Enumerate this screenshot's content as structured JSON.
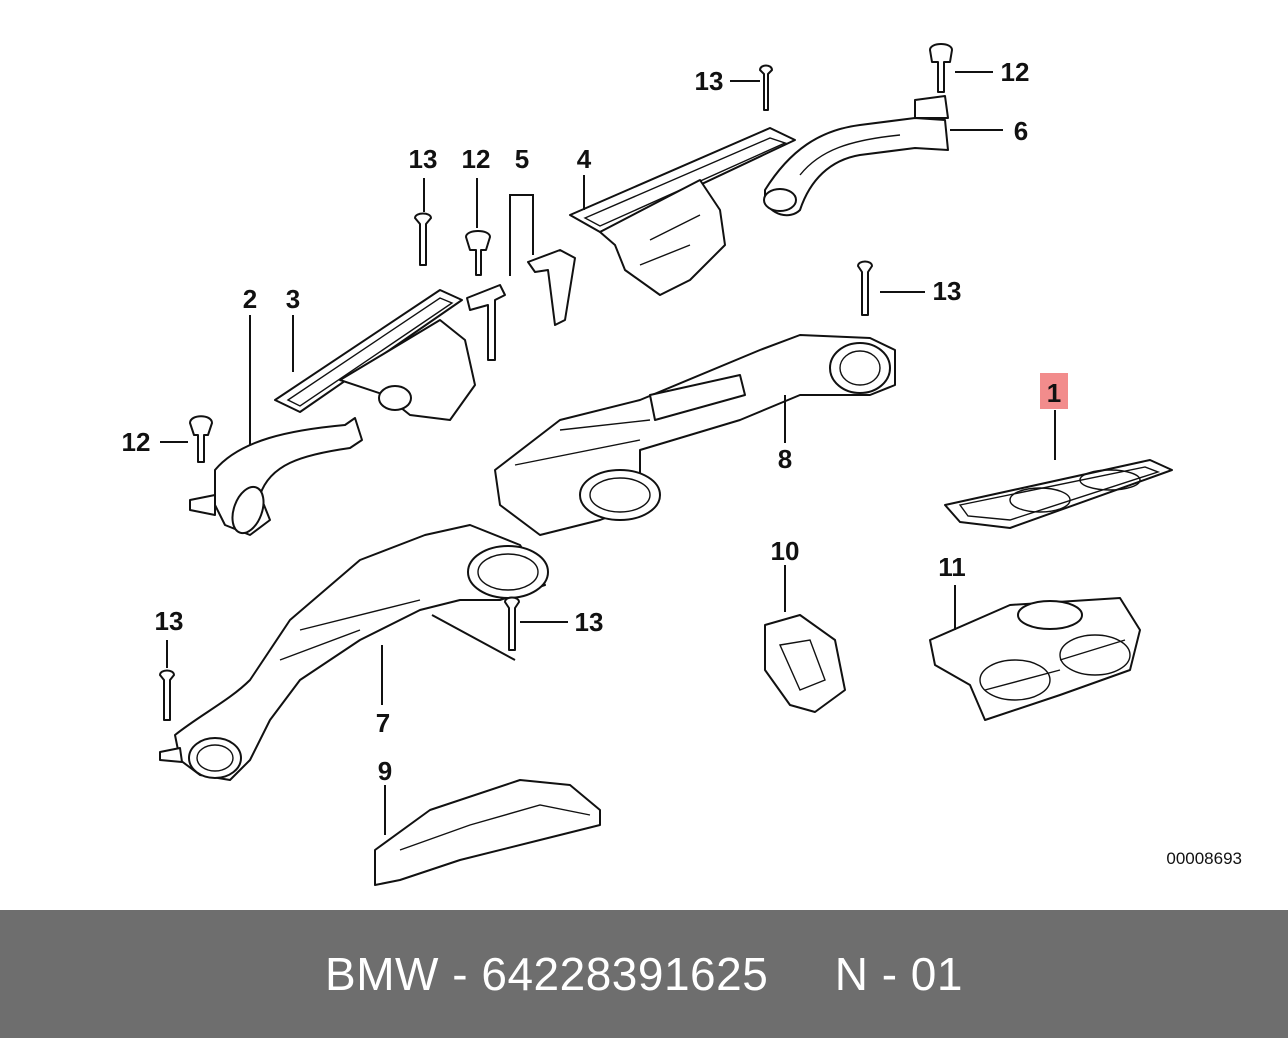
{
  "diagram": {
    "callouts": {
      "c1": "1",
      "c2": "2",
      "c3": "3",
      "c4": "4",
      "c5": "5",
      "c6": "6",
      "c7": "7",
      "c8": "8",
      "c9": "9",
      "c10": "10",
      "c11": "11",
      "c12a": "12",
      "c12b": "12",
      "c12c": "12",
      "c13a": "13",
      "c13b": "13",
      "c13c": "13",
      "c13d": "13",
      "c13e": "13"
    },
    "highlight_color": "#f28c8c",
    "reference_number": "00008693"
  },
  "footer": {
    "brand": "BMW",
    "separator": " - ",
    "part_number": "64228391625",
    "gap": "     ",
    "code": "N - 01"
  }
}
